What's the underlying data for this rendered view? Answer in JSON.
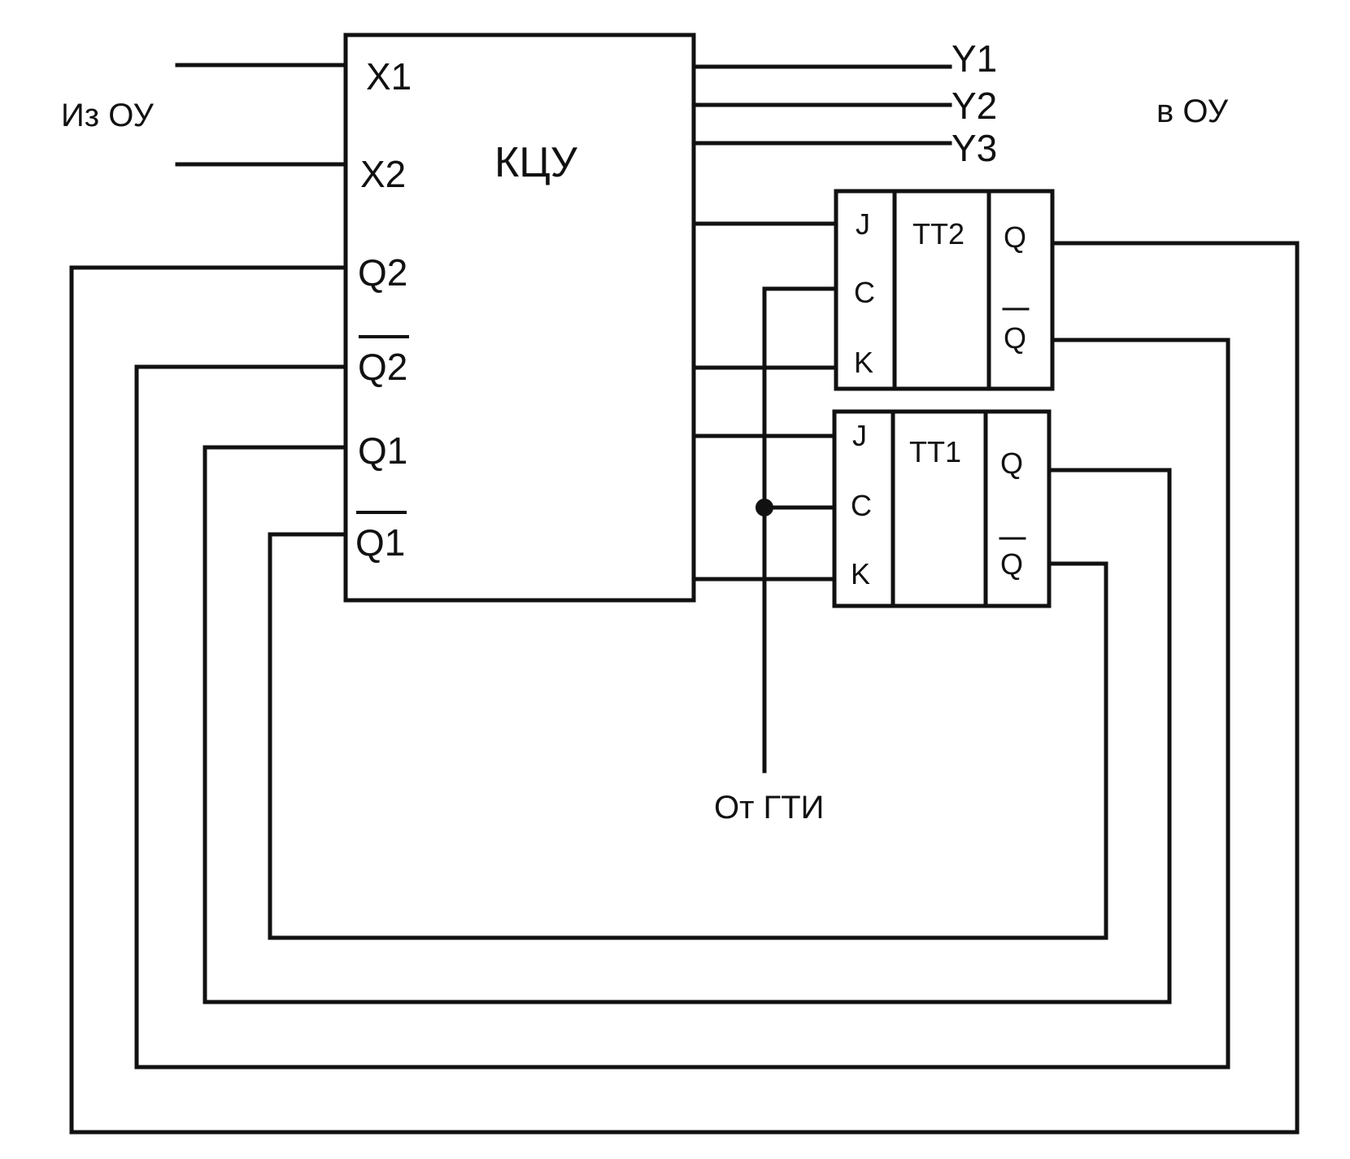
{
  "left_label": "Из ОУ",
  "right_label": "в ОУ",
  "clock_label": "От ГТИ",
  "kcu": {
    "title": "КЦУ",
    "inputs": [
      "X1",
      "X2",
      "Q2",
      "Q2",
      "Q1",
      "Q1"
    ],
    "outputs": [
      "Y1",
      "Y2",
      "Y3"
    ]
  },
  "flipflops": [
    {
      "name": "ТТ2",
      "pins_in": [
        "J",
        "C",
        "K"
      ],
      "q": "Q",
      "q_bar": "Q"
    },
    {
      "name": "ТТ1",
      "pins_in": [
        "J",
        "C",
        "K"
      ],
      "q": "Q",
      "q_bar": "Q"
    }
  ]
}
